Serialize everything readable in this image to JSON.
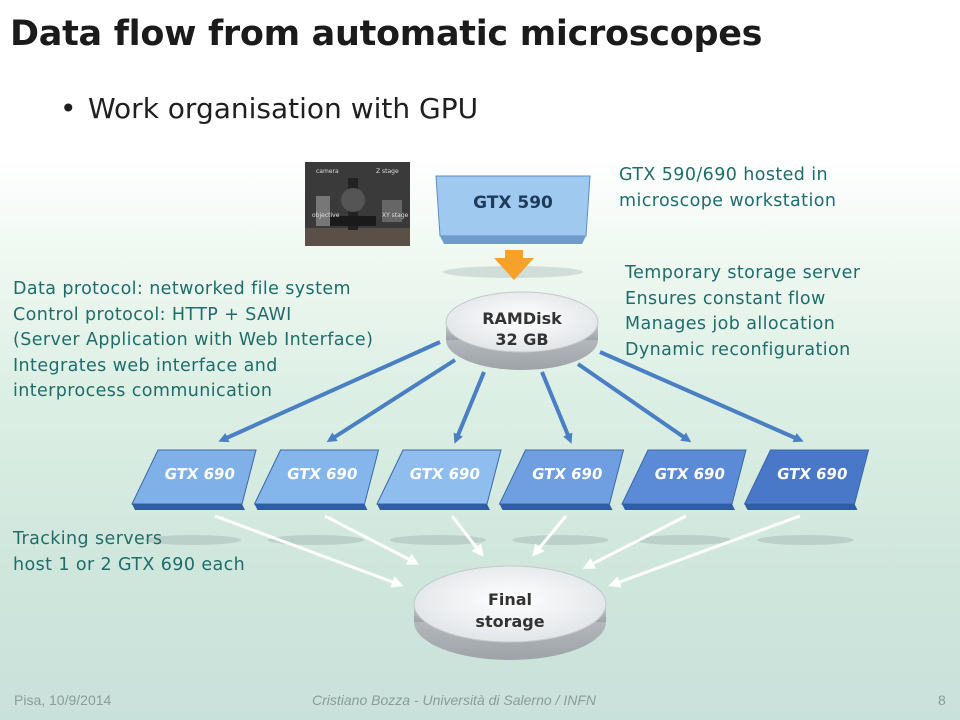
{
  "title": "Data flow from automatic microscopes",
  "bullet": "Work organisation with GPU",
  "microscope_photo": {
    "labels": [
      "camera",
      "Z stage",
      "objective",
      "XY stage"
    ]
  },
  "top_box": {
    "label": "GTX 590"
  },
  "top_note": [
    "GTX 590/690 hosted in",
    "microscope workstation"
  ],
  "ramdisk": {
    "line1": "RAMDisk",
    "line2": "32 GB"
  },
  "left_note": [
    "Data protocol: networked file system",
    "Control protocol:  HTTP + SAWI",
    "(Server Application with Web Interface)",
    "Integrates web interface and",
    "interprocess communication"
  ],
  "right_note": [
    "Temporary storage server",
    "Ensures constant flow",
    "Manages job allocation",
    "Dynamic reconfiguration"
  ],
  "gpu_boxes": [
    {
      "label": "GTX 690",
      "color": "#7fb0e8"
    },
    {
      "label": "GTX 690",
      "color": "#84b6ec"
    },
    {
      "label": "GTX 690",
      "color": "#8fbdee"
    },
    {
      "label": "GTX 690",
      "color": "#6f9fe0"
    },
    {
      "label": "GTX 690",
      "color": "#5b8bd6"
    },
    {
      "label": "GTX 690",
      "color": "#4a78c8"
    }
  ],
  "tracking_note": [
    "Tracking servers",
    "host 1 or 2 GTX 690 each"
  ],
  "final_storage": {
    "line1": "Final",
    "line2": "storage"
  },
  "footer": {
    "left": "Pisa, 10/9/2014",
    "center": "Cristiano Bozza - Università di Salerno / INFN",
    "page": "8"
  },
  "colors": {
    "arrow_blue": "#4a7fc4",
    "arrow_orange": "#f5a12a",
    "note_teal": "#1f6d6a"
  }
}
